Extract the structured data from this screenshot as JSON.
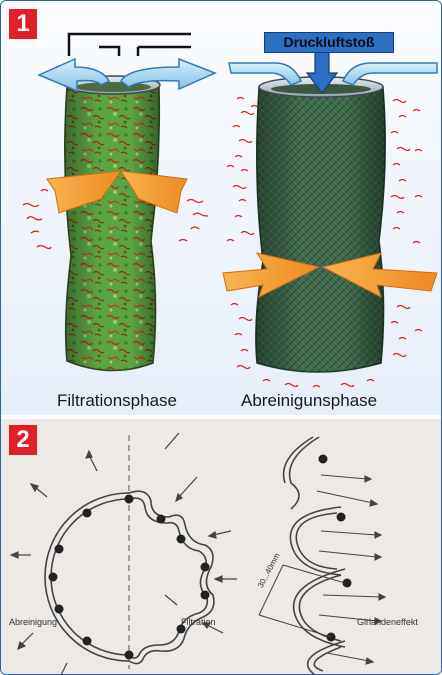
{
  "panel1": {
    "badge": "1",
    "callout": "Druckluftstoß",
    "captions": {
      "left": "Filtrationsphase",
      "right": "Abreinigunsphase"
    }
  },
  "panel2": {
    "badge": "2",
    "labels": {
      "abreinigung": "Abreinigung",
      "filtration": "Filtration",
      "girlandeneffekt": "Girlandeneffekt",
      "dimension": "30...40mm"
    }
  },
  "colors": {
    "badge": "#e21f26",
    "frame": "#2c63a8",
    "filter_green": "#4f9a3c",
    "dust_red": "#d9251c",
    "airflow_blue": "#9fd0ef",
    "flow_orange": "#f6a23a"
  }
}
